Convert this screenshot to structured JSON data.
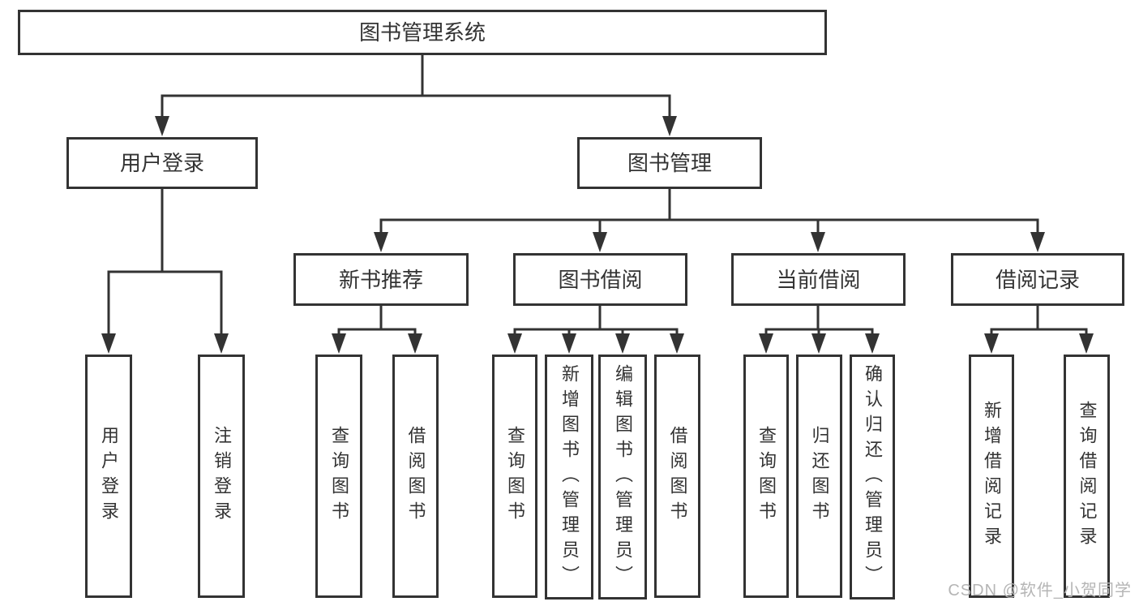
{
  "diagram_type": "hierarchy-tree",
  "nodes": {
    "root": {
      "label": "图书管理系统"
    },
    "user_login": {
      "label": "用户登录"
    },
    "book_management": {
      "label": "图书管理"
    },
    "new_book_recommendation": {
      "label": "新书推荐"
    },
    "book_borrowing": {
      "label": "图书借阅"
    },
    "current_borrowing": {
      "label": "当前借阅"
    },
    "borrowing_records": {
      "label": "借阅记录"
    },
    "leaf_user_login": {
      "label": "用户登录"
    },
    "leaf_logout": {
      "label": "注销登录"
    },
    "leaf_query_books_recommend": {
      "label": "查询图书"
    },
    "leaf_borrow_books_recommend": {
      "label": "借阅图书"
    },
    "leaf_query_books_borrow": {
      "label": "查询图书"
    },
    "leaf_add_books_admin": {
      "label": "新增图书（管理员）"
    },
    "leaf_edit_books_admin": {
      "label": "编辑图书（管理员）"
    },
    "leaf_borrow_books_borrow": {
      "label": "借阅图书"
    },
    "leaf_query_books_current": {
      "label": "查询图书"
    },
    "leaf_return_books": {
      "label": "归还图书"
    },
    "leaf_confirm_return_admin": {
      "label": "确认归还（管理员）"
    },
    "leaf_add_borrow_record": {
      "label": "新增借阅记录"
    },
    "leaf_query_borrow_record": {
      "label": "查询借阅记录"
    }
  },
  "edges": [
    [
      "root",
      "user_login"
    ],
    [
      "root",
      "book_management"
    ],
    [
      "user_login",
      "leaf_user_login"
    ],
    [
      "user_login",
      "leaf_logout"
    ],
    [
      "book_management",
      "new_book_recommendation"
    ],
    [
      "book_management",
      "book_borrowing"
    ],
    [
      "book_management",
      "current_borrowing"
    ],
    [
      "book_management",
      "borrowing_records"
    ],
    [
      "new_book_recommendation",
      "leaf_query_books_recommend"
    ],
    [
      "new_book_recommendation",
      "leaf_borrow_books_recommend"
    ],
    [
      "book_borrowing",
      "leaf_query_books_borrow"
    ],
    [
      "book_borrowing",
      "leaf_add_books_admin"
    ],
    [
      "book_borrowing",
      "leaf_edit_books_admin"
    ],
    [
      "book_borrowing",
      "leaf_borrow_books_borrow"
    ],
    [
      "current_borrowing",
      "leaf_query_books_current"
    ],
    [
      "current_borrowing",
      "leaf_return_books"
    ],
    [
      "current_borrowing",
      "leaf_confirm_return_admin"
    ],
    [
      "borrowing_records",
      "leaf_add_borrow_record"
    ],
    [
      "borrowing_records",
      "leaf_query_borrow_record"
    ]
  ],
  "watermark": {
    "text": "CSDN @软件_小贺同学"
  },
  "colors": {
    "line": "#333333",
    "box_border": "#333333",
    "box_background": "#ffffff",
    "text": "#333333",
    "page_background": "#ffffff",
    "watermark_text": "#b5b5b5"
  }
}
